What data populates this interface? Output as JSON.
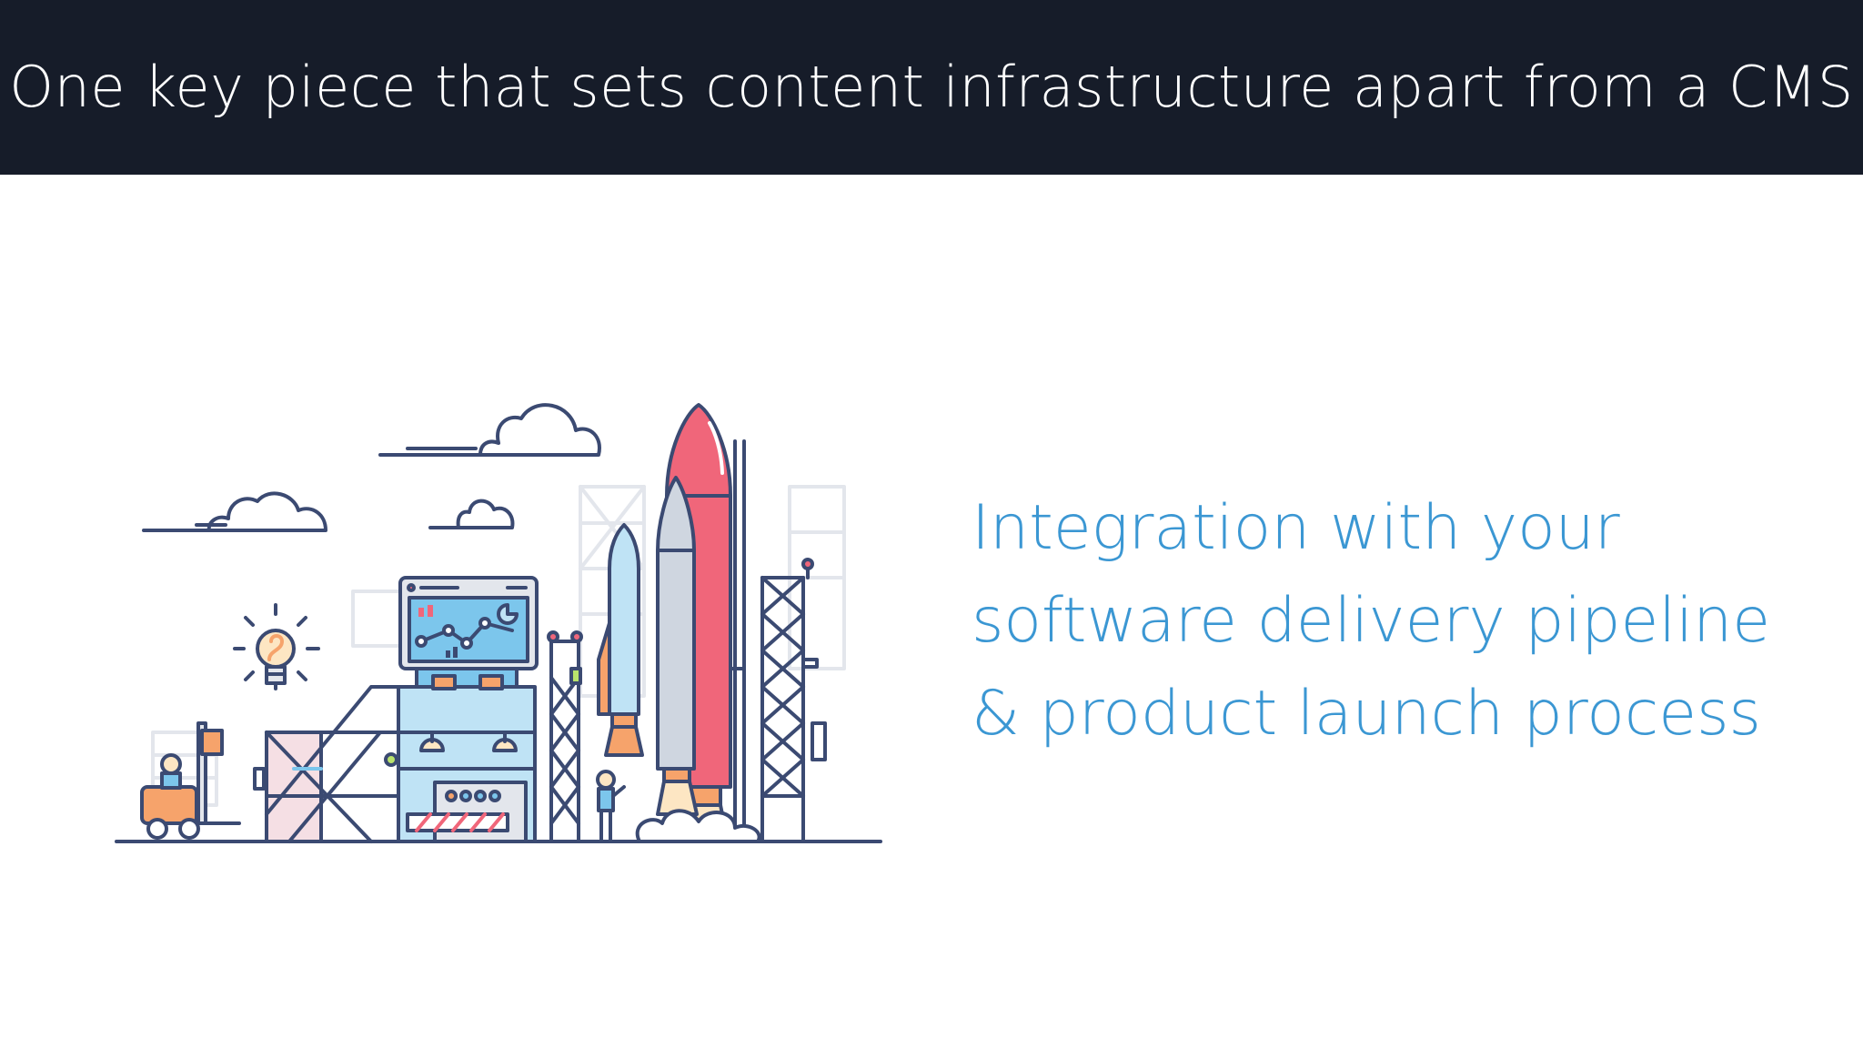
{
  "header": {
    "title": "One key piece that sets content infrastructure apart from a CMS"
  },
  "main": {
    "illustration": {
      "icon": "rocket-launch-pad-illustration"
    },
    "text_lines": [
      "Integration with your",
      "software delivery pipeline",
      "& product launch process"
    ]
  },
  "colors": {
    "header_bg": "#161c29",
    "header_text": "#ffffff",
    "accent_text": "#3b97d3",
    "line_art": "#3b4a72",
    "rocket_red": "#f0667a",
    "rocket_grey": "#cfd6e0",
    "flame_orange": "#f6a36b",
    "screen_blue": "#7cc6ec",
    "light_blue": "#bfe3f5",
    "light_grey": "#e3e6ec"
  }
}
